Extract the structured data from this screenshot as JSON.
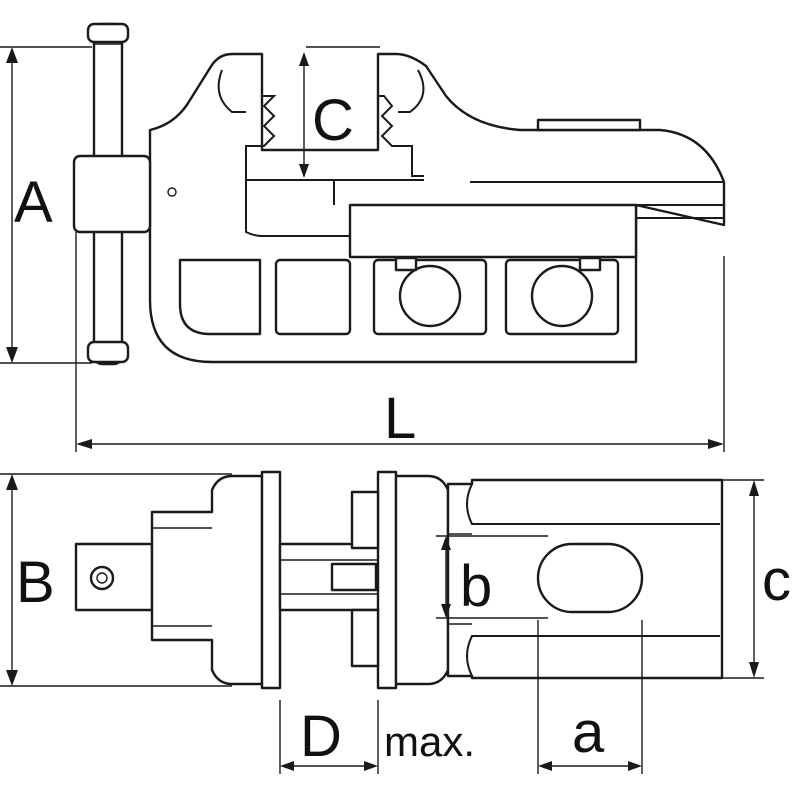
{
  "labels": {
    "A": "A",
    "C": "C",
    "L": "L",
    "B": "B",
    "b": "b",
    "c": "c",
    "D": "D",
    "max": "max.",
    "a": "a"
  }
}
